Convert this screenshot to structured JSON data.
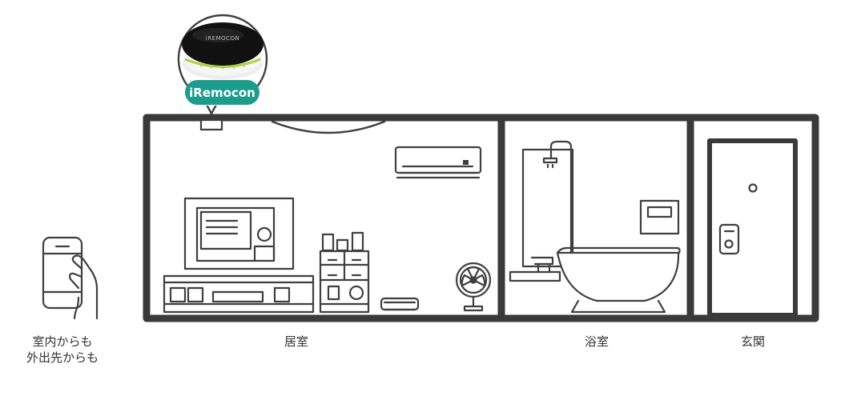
{
  "device": {
    "brand_badge": "iRemocon",
    "device_logo": "iREMOCON"
  },
  "rooms": {
    "living": "居室",
    "bath": "浴室",
    "entrance": "玄関"
  },
  "phone_caption": {
    "line1": "室内からも",
    "line2": "外出先からも"
  },
  "colors": {
    "wall": "#3a3a3a",
    "line": "#3f3f3f",
    "badge": "#1b9c8c",
    "device_top": "#111111"
  },
  "icons": [
    "smartphone-hand-icon",
    "remote-hub-icon",
    "air-conditioner-icon",
    "television-icon",
    "fan-icon",
    "robot-vacuum-icon",
    "bathtub-icon",
    "shower-icon",
    "door-icon",
    "intercom-icon"
  ]
}
